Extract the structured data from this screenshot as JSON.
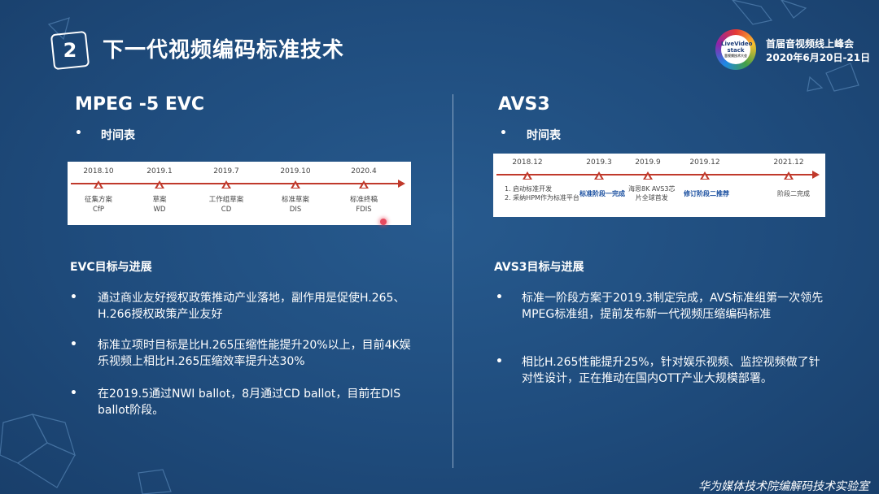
{
  "header": {
    "section_number": "2",
    "title": "下一代视频编码标准技术",
    "logo": {
      "line1": "LiveVideo",
      "line2": "stack",
      "line3": "音视频技术大会"
    },
    "conference_name": "首届音视频线上峰会",
    "conference_date": "2020年6月20日-21日"
  },
  "left": {
    "heading": "MPEG -5 EVC",
    "bullet": "时间表",
    "timeline": {
      "dates": [
        "2018.10",
        "2019.1",
        "2019.7",
        "2019.10",
        "2020.4"
      ],
      "labels": [
        {
          "top": "征集方案",
          "bottom": "CfP"
        },
        {
          "top": "草案",
          "bottom": "WD"
        },
        {
          "top": "工作组草案",
          "bottom": "CD"
        },
        {
          "top": "标准草案",
          "bottom": "DIS"
        },
        {
          "top": "标准终稿",
          "bottom": "FDIS"
        }
      ]
    },
    "section_title": "EVC目标与进展",
    "points": [
      "通过商业友好授权政策推动产业落地，副作用是促使H.265、H.266授权政策产业友好",
      "标准立项时目标是比H.265压缩性能提升20%以上，目前4K娱乐视频上相比H.265压缩效率提升达30%",
      "在2019.5通过NWI ballot，8月通过CD ballot，目前在DIS ballot阶段。"
    ]
  },
  "right": {
    "heading": "AVS3",
    "bullet": "时间表",
    "timeline": {
      "dates": [
        "2018.12",
        "2019.3",
        "2019.9",
        "2019.12",
        "2021.12"
      ],
      "label1_line1": "1. 启动标准开发",
      "label1_line2": "2. 采纳HPM作为标准平台",
      "label2": "标准阶段一完成",
      "label3_line1": "海思8K AVS3芯",
      "label3_line2": "片全球首发",
      "label4": "修订阶段二推荐",
      "label5": "阶段二完成"
    },
    "section_title": "AVS3目标与进展",
    "points": [
      "标准一阶段方案于2019.3制定完成，AVS标准组第一次领先MPEG标准组，提前发布新一代视频压缩编码标准",
      "相比H.265性能提升25%，针对娱乐视频、监控视频做了针对性设计，正在推动在国内OTT产业大规模部署。"
    ]
  },
  "footer": "华为媒体技术院编解码技术实验室",
  "colors": {
    "background": "#1f4c7d",
    "timeline_accent": "#c0392b",
    "highlight": "#1a4fa0"
  }
}
